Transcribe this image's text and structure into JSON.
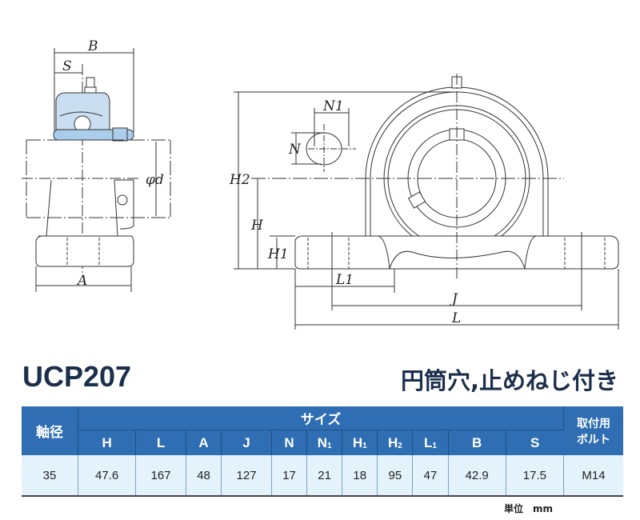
{
  "title": "UCP207",
  "subtitle": "円筒穴,止めねじ付き",
  "drawing": {
    "side_labels": {
      "B": "B",
      "S": "S",
      "d": "φd",
      "A": "A"
    },
    "front_labels": {
      "N1": "N",
      "N1_sub": "1",
      "N": "N",
      "H2": "H",
      "H2_sub": "2",
      "H": "H",
      "H1": "H",
      "H1_sub": "1",
      "L1": "L",
      "L1_sub": "1",
      "J": "J",
      "L": "L"
    },
    "colors": {
      "line": "#333333",
      "bearing_blue": "#a9cdea",
      "bearing_cap": "#c9def0"
    }
  },
  "table": {
    "shaft_header": "軸径",
    "size_header": "サイズ",
    "bolt_header_1": "取付用",
    "bolt_header_2": "ボルト",
    "columns": [
      {
        "main": "H",
        "sub": ""
      },
      {
        "main": "L",
        "sub": ""
      },
      {
        "main": "A",
        "sub": ""
      },
      {
        "main": "J",
        "sub": ""
      },
      {
        "main": "N",
        "sub": ""
      },
      {
        "main": "N",
        "sub": "1"
      },
      {
        "main": "H",
        "sub": "1"
      },
      {
        "main": "H",
        "sub": "2"
      },
      {
        "main": "L",
        "sub": "1"
      },
      {
        "main": "B",
        "sub": ""
      },
      {
        "main": "S",
        "sub": ""
      }
    ],
    "row": {
      "shaft": "35",
      "values": [
        "47.6",
        "167",
        "48",
        "127",
        "17",
        "21",
        "18",
        "95",
        "47",
        "42.9",
        "17.5"
      ],
      "bolt": "M14"
    },
    "header_color": "#2f6eb2",
    "row_color": "#e4f2fb"
  },
  "unit": "単位　mm"
}
